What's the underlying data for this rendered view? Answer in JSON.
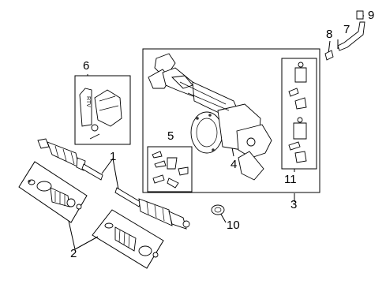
{
  "diagram": {
    "callouts": [
      {
        "id": "c1",
        "label": "1"
      },
      {
        "id": "c2",
        "label": "2"
      },
      {
        "id": "c3",
        "label": "3"
      },
      {
        "id": "c4",
        "label": "4"
      },
      {
        "id": "c5",
        "label": "5"
      },
      {
        "id": "c6",
        "label": "6"
      },
      {
        "id": "c7",
        "label": "7"
      },
      {
        "id": "c8",
        "label": "8"
      },
      {
        "id": "c9",
        "label": "9"
      },
      {
        "id": "c10",
        "label": "10"
      },
      {
        "id": "c11",
        "label": "11"
      }
    ],
    "tube_text": "RTV"
  }
}
